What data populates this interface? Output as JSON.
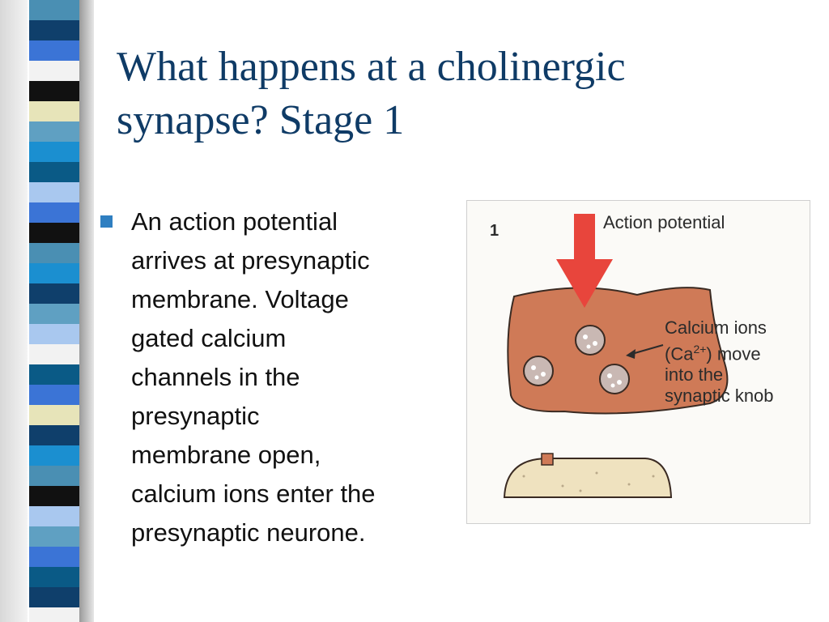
{
  "slide": {
    "title_lines": [
      "What happens at a cholinergic",
      "synapse?  Stage 1"
    ],
    "bullet_lines": [
      "An action potential",
      "arrives at presynaptic",
      "membrane.  Voltage",
      "gated calcium",
      "channels in the",
      "presynaptic",
      "membrane open,",
      "calcium ions enter the",
      "presynaptic neurone."
    ]
  },
  "figure": {
    "step_number": "1",
    "action_label": "Action potential",
    "calcium_label_line1_pre": "Calcium ions",
    "calcium_label_line2_pre": "(Ca",
    "calcium_label_line2_sup": "2+",
    "calcium_label_line2_post": ") move",
    "calcium_label_line3": "into the",
    "calcium_label_line4": "synaptic knob"
  },
  "colors": {
    "title": "#0f3b66",
    "bullet_marker": "#2f7fc1",
    "arrow": "#e8453c",
    "knob": "#cf7a57",
    "postsynaptic": "#efe2bf",
    "stripes": [
      "#4a8fb3",
      "#0f3f6b",
      "#3b74d6",
      "#f2f2f2",
      "#111111",
      "#e7e4b9",
      "#5fa0c2",
      "#1b8fd0",
      "#0a5a86",
      "#a9c8ef"
    ]
  }
}
